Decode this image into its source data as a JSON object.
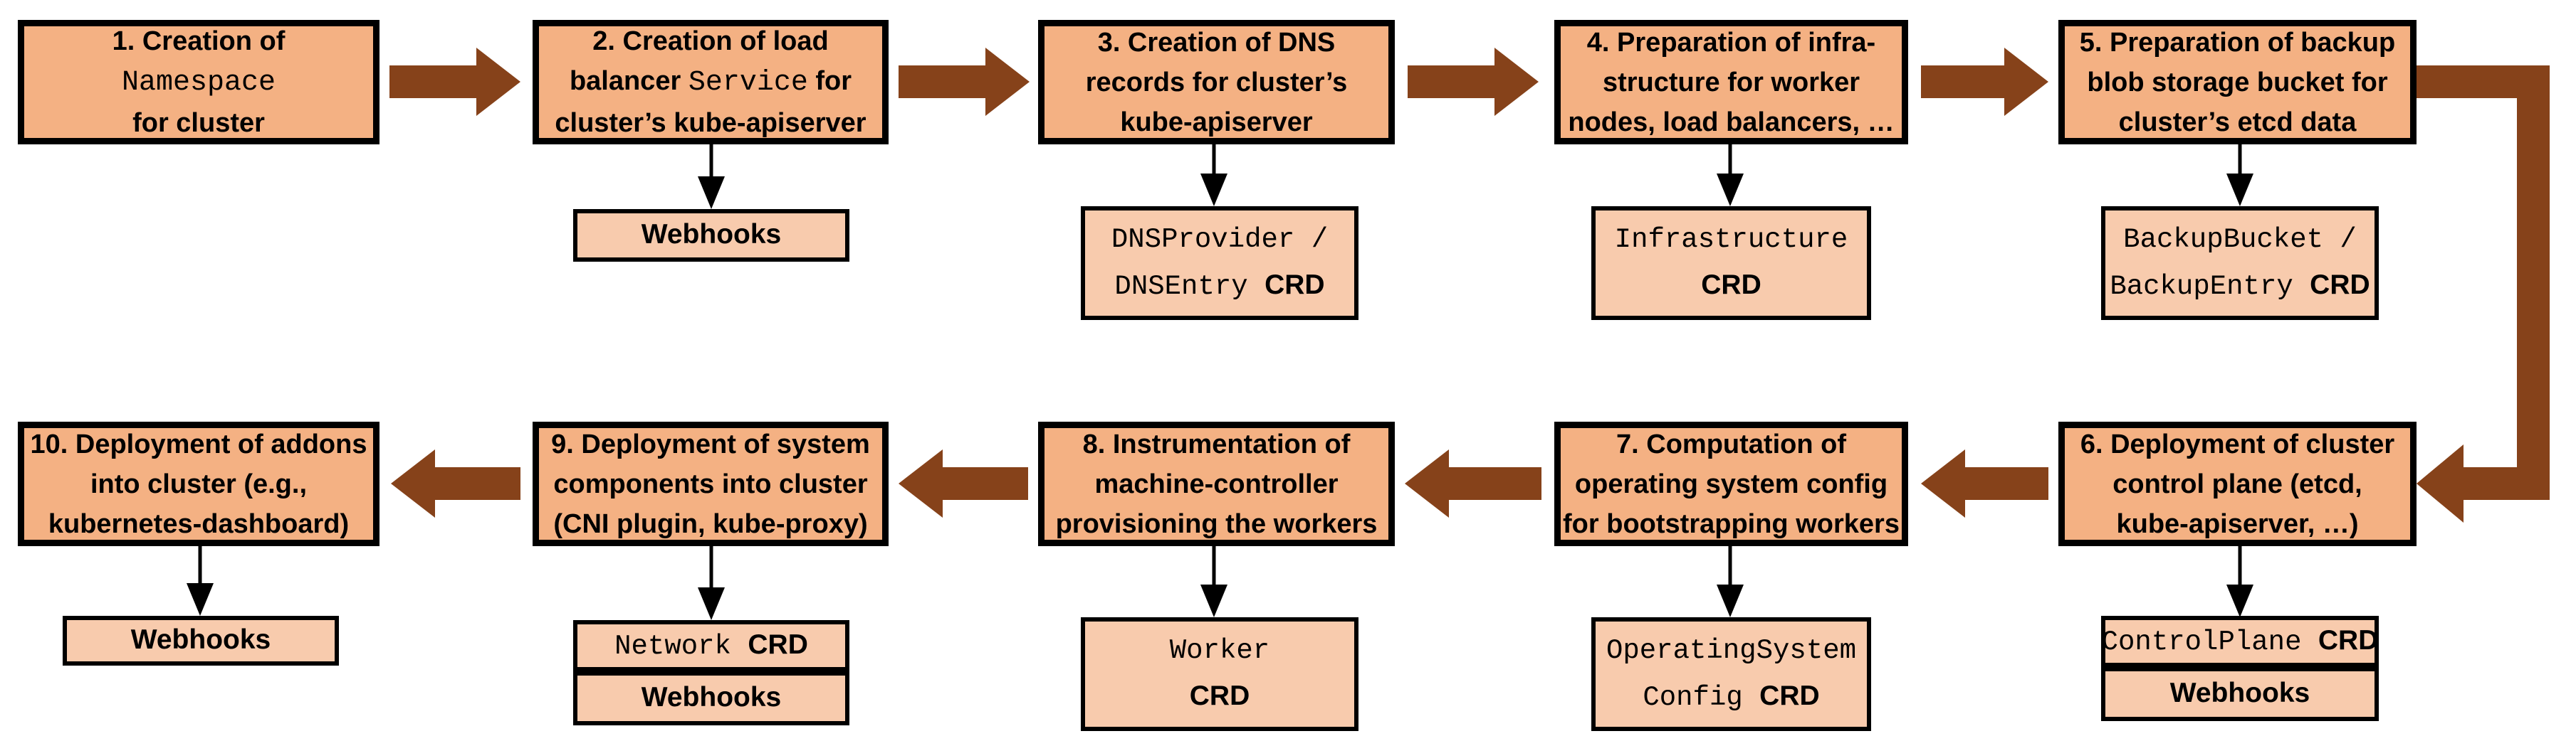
{
  "diagram": {
    "title": "Cluster creation flow: 10 reconciliation steps with extension CRDs and webhooks",
    "colors": {
      "page_bg": "#FFFFFF",
      "step_fill": "#F4B183",
      "crd_fill": "#F8CBAD",
      "arrow_fill": "#86421A",
      "line": "#000000",
      "ink": "#000000"
    },
    "steps": [
      {
        "num": 1,
        "lines": [
          [
            {
              "t": "1. Creation of"
            }
          ],
          [
            {
              "t": "Namespace",
              "mono": true
            }
          ],
          [
            {
              "t": "for cluster"
            }
          ]
        ]
      },
      {
        "num": 2,
        "lines": [
          [
            {
              "t": "2. Creation of load"
            }
          ],
          [
            {
              "t": "balancer "
            },
            {
              "t": "Service",
              "mono": true
            },
            {
              "t": " for"
            }
          ],
          [
            {
              "t": "cluster’s kube-apiserver"
            }
          ]
        ]
      },
      {
        "num": 3,
        "lines": [
          [
            {
              "t": "3. Creation of DNS"
            }
          ],
          [
            {
              "t": "records for cluster’s"
            }
          ],
          [
            {
              "t": "kube-apiserver"
            }
          ]
        ]
      },
      {
        "num": 4,
        "lines": [
          [
            {
              "t": "4. Preparation of infra-"
            }
          ],
          [
            {
              "t": "structure for worker"
            }
          ],
          [
            {
              "t": "nodes, load balancers, …"
            }
          ]
        ]
      },
      {
        "num": 5,
        "lines": [
          [
            {
              "t": "5. Preparation of backup"
            }
          ],
          [
            {
              "t": "blob storage bucket for"
            }
          ],
          [
            {
              "t": "cluster’s etcd data"
            }
          ]
        ]
      },
      {
        "num": 6,
        "lines": [
          [
            {
              "t": "6. Deployment of cluster"
            }
          ],
          [
            {
              "t": "control plane (etcd,"
            }
          ],
          [
            {
              "t": "kube-apiserver, …)"
            }
          ]
        ]
      },
      {
        "num": 7,
        "lines": [
          [
            {
              "t": "7. Computation of"
            }
          ],
          [
            {
              "t": "operating system config"
            }
          ],
          [
            {
              "t": "for bootstrapping workers"
            }
          ]
        ]
      },
      {
        "num": 8,
        "lines": [
          [
            {
              "t": "8. Instrumentation of"
            }
          ],
          [
            {
              "t": "machine-controller"
            }
          ],
          [
            {
              "t": "provisioning the workers"
            }
          ]
        ]
      },
      {
        "num": 9,
        "lines": [
          [
            {
              "t": "9. Deployment of system"
            }
          ],
          [
            {
              "t": "components into cluster"
            }
          ],
          [
            {
              "t": "(CNI plugin, kube-proxy)"
            }
          ]
        ]
      },
      {
        "num": 10,
        "lines": [
          [
            {
              "t": "10. Deployment of addons"
            }
          ],
          [
            {
              "t": "into cluster (e.g.,"
            }
          ],
          [
            {
              "t": "kubernetes-dashboard)"
            }
          ]
        ]
      }
    ],
    "subboxes": [
      {
        "parent_step": 2,
        "lines": [
          [
            {
              "t": "Webhooks",
              "bold": true
            }
          ]
        ]
      },
      {
        "parent_step": 3,
        "lines": [
          [
            {
              "t": "DNSProvider /",
              "mono": true
            }
          ],
          [
            {
              "t": "DNSEntry",
              "mono": true
            },
            {
              "t": " "
            },
            {
              "t": "CRD",
              "bold": true
            }
          ]
        ]
      },
      {
        "parent_step": 4,
        "lines": [
          [
            {
              "t": "Infrastructure",
              "mono": true
            }
          ],
          [
            {
              "t": "CRD",
              "bold": true
            }
          ]
        ]
      },
      {
        "parent_step": 5,
        "lines": [
          [
            {
              "t": "BackupBucket /",
              "mono": true
            }
          ],
          [
            {
              "t": "BackupEntry",
              "mono": true
            },
            {
              "t": " "
            },
            {
              "t": "CRD",
              "bold": true
            }
          ]
        ]
      },
      {
        "parent_step": 6,
        "lines": [
          [
            {
              "t": "ControlPlane",
              "mono": true
            },
            {
              "t": " "
            },
            {
              "t": "CRD",
              "bold": true
            }
          ]
        ]
      },
      {
        "parent_step": 6,
        "lines": [
          [
            {
              "t": "Webhooks",
              "bold": true
            }
          ]
        ]
      },
      {
        "parent_step": 7,
        "lines": [
          [
            {
              "t": "OperatingSystem",
              "mono": true
            }
          ],
          [
            {
              "t": "Config",
              "mono": true
            },
            {
              "t": " "
            },
            {
              "t": "CRD",
              "bold": true
            }
          ]
        ]
      },
      {
        "parent_step": 8,
        "lines": [
          [
            {
              "t": "Worker",
              "mono": true
            }
          ],
          [
            {
              "t": "CRD",
              "bold": true
            }
          ]
        ]
      },
      {
        "parent_step": 9,
        "lines": [
          [
            {
              "t": "Network",
              "mono": true
            },
            {
              "t": " "
            },
            {
              "t": "CRD",
              "bold": true
            }
          ]
        ]
      },
      {
        "parent_step": 9,
        "lines": [
          [
            {
              "t": "Webhooks",
              "bold": true
            }
          ]
        ]
      },
      {
        "parent_step": 10,
        "lines": [
          [
            {
              "t": "Webhooks",
              "bold": true
            }
          ]
        ]
      }
    ]
  }
}
